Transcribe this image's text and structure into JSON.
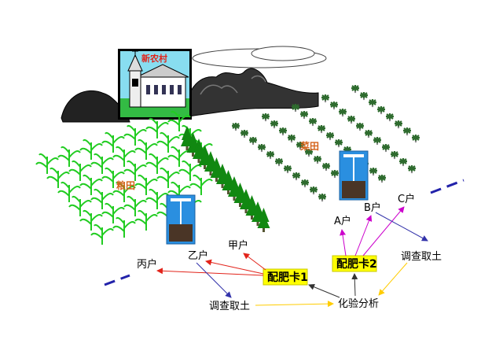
{
  "village": {
    "label": "新农村"
  },
  "fields": {
    "grain_label": "粮田",
    "vegetable_label": "菜田"
  },
  "households": {
    "a": "A户",
    "b": "B户",
    "c": "C户",
    "jia": "甲户",
    "yi": "乙户",
    "bing": "丙户"
  },
  "cards": {
    "card1": "配肥卡1",
    "card2": "配肥卡2"
  },
  "steps": {
    "survey_left": "调查取土",
    "survey_right": "调查取土",
    "analysis": "化验分析"
  },
  "colors": {
    "card_fill": "#ffff00",
    "arrow_red": "#e2231a",
    "arrow_magenta": "#cc00cc",
    "arrow_blue": "#3333aa",
    "arrow_yellow": "#ffcc00",
    "crop_green": "#22cc22",
    "tree_green": "#118811",
    "probe_blue": "#2a8fe0"
  }
}
